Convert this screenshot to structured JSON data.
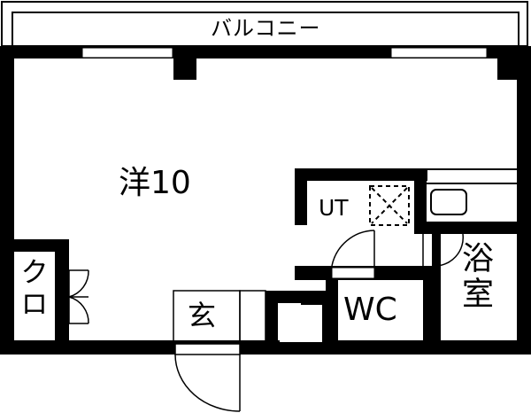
{
  "floor_plan": {
    "balcony_label": "バルコニー",
    "rooms": {
      "western_room": "洋10",
      "utility": "UT",
      "closet": "クロ",
      "entrance": "玄",
      "toilet": "WC",
      "bathroom": "浴室"
    }
  },
  "colors": {
    "wall": "#000000",
    "background": "#ffffff"
  }
}
